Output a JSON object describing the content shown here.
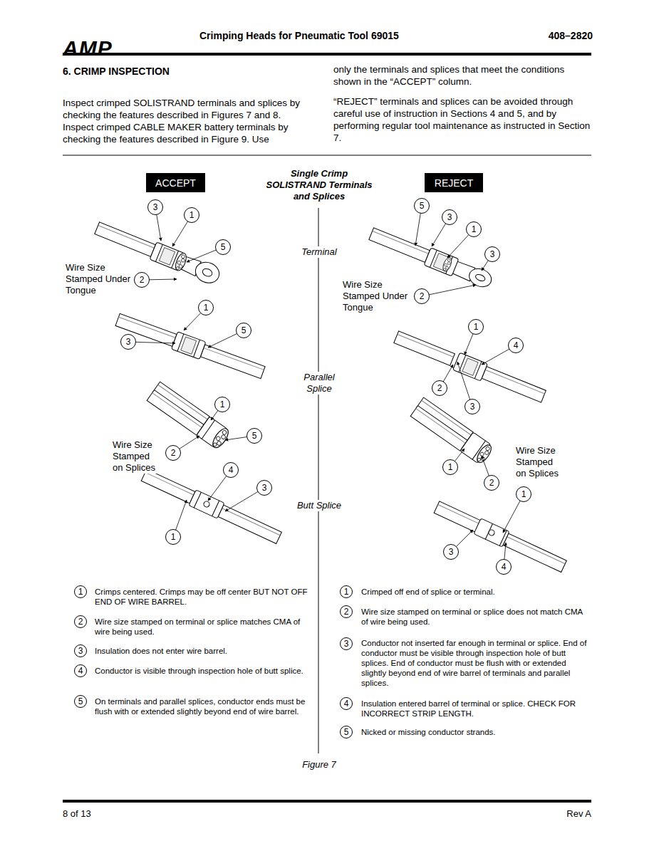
{
  "diagram": {
    "title": "6. CRIMP INSPECTION",
    "caption": "Figure 7",
    "nodes": [
      {
        "text": [
          "ACCEPT"
        ]
      },
      {
        "text": [
          "REJECT"
        ]
      },
      {
        "text": [
          "3"
        ]
      },
      {
        "text": [
          "1"
        ]
      },
      {
        "text": [
          "5"
        ]
      },
      {
        "text": [
          "2"
        ]
      },
      {
        "text": [
          "1"
        ]
      },
      {
        "text": [
          "5"
        ]
      },
      {
        "text": [
          "3"
        ]
      },
      {
        "text": [
          "1"
        ]
      },
      {
        "text": [
          "5"
        ]
      },
      {
        "text": [
          "2"
        ]
      },
      {
        "text": [
          "4"
        ]
      },
      {
        "text": [
          "3"
        ]
      },
      {
        "text": [
          "1"
        ]
      },
      {
        "text": [
          "5"
        ]
      },
      {
        "text": [
          "3"
        ]
      },
      {
        "text": [
          "1"
        ]
      },
      {
        "text": [
          "3"
        ]
      },
      {
        "text": [
          "2"
        ]
      },
      {
        "text": [
          "1"
        ]
      },
      {
        "text": [
          "4"
        ]
      },
      {
        "text": [
          "2"
        ]
      },
      {
        "text": [
          "3"
        ]
      },
      {
        "text": [
          "1"
        ]
      },
      {
        "text": [
          "2"
        ]
      },
      {
        "text": [
          "1"
        ]
      },
      {
        "text": [
          "3"
        ]
      },
      {
        "text": [
          "4"
        ]
      },
      {
        "text": [
          "1"
        ]
      },
      {
        "text": [
          "2"
        ]
      },
      {
        "text": [
          "3"
        ]
      },
      {
        "text": [
          "4"
        ]
      },
      {
        "text": [
          "5"
        ]
      },
      {
        "text": [
          "1"
        ]
      },
      {
        "text": [
          "2"
        ]
      },
      {
        "text": [
          "3"
        ]
      },
      {
        "text": [
          "4"
        ]
      },
      {
        "text": [
          "5"
        ]
      }
    ],
    "labels": [
      "AMP",
      "Crimping Heads for Pneumatic Tool 69015",
      "408–2820",
      "Inspect crimped SOLISTRAND terminals and splices by checking the features described in Figures 7 and 8. Inspect crimped CABLE MAKER battery terminals by checking the features described in Figure 9. Use",
      "only the terminals and splices that meet the conditions shown in the “ACCEPT” column.",
      "“REJECT” terminals and splices can be avoided through careful use of instruction in Sections 4 and 5, and by performing regular tool maintenance as instructed in Section 7.",
      "Single Crimp SOLISTRAND Terminals and Splices",
      "Terminal",
      "Wire Size Stamped Under Tongue",
      "Wire Size Stamped Under Tongue",
      "Parallel Splice",
      "Wire Size Stamped on Splices",
      "Wire Size Stamped on Splices",
      "Butt Splice",
      "Crimps centered. Crimps may be off center BUT NOT OFF END OF WIRE BARREL.",
      "Wire size stamped on terminal or splice matches CMA of wire being used.",
      "Insulation does not enter wire barrel.",
      "Conductor is visible through inspection hole of butt splice.",
      "On terminals and parallel splices, conductor ends must be flush with or extended slightly beyond end of wire barrel.",
      "Crimped off end of splice or terminal.",
      "Wire size stamped on terminal or splice does not match CMA of wire being used.",
      "Conductor not inserted far enough in terminal or splice. End of conductor must be visible through inspection hole of butt splices. End of conductor must be flush with or extended slightly beyond end of wire barrel of terminals and parallel splices.",
      "Insulation entered barrel of terminal or splice. CHECK FOR INCORRECT STRIP LENGTH.",
      "Nicked or missing conductor strands.",
      "8 of 13",
      "Rev A"
    ]
  }
}
